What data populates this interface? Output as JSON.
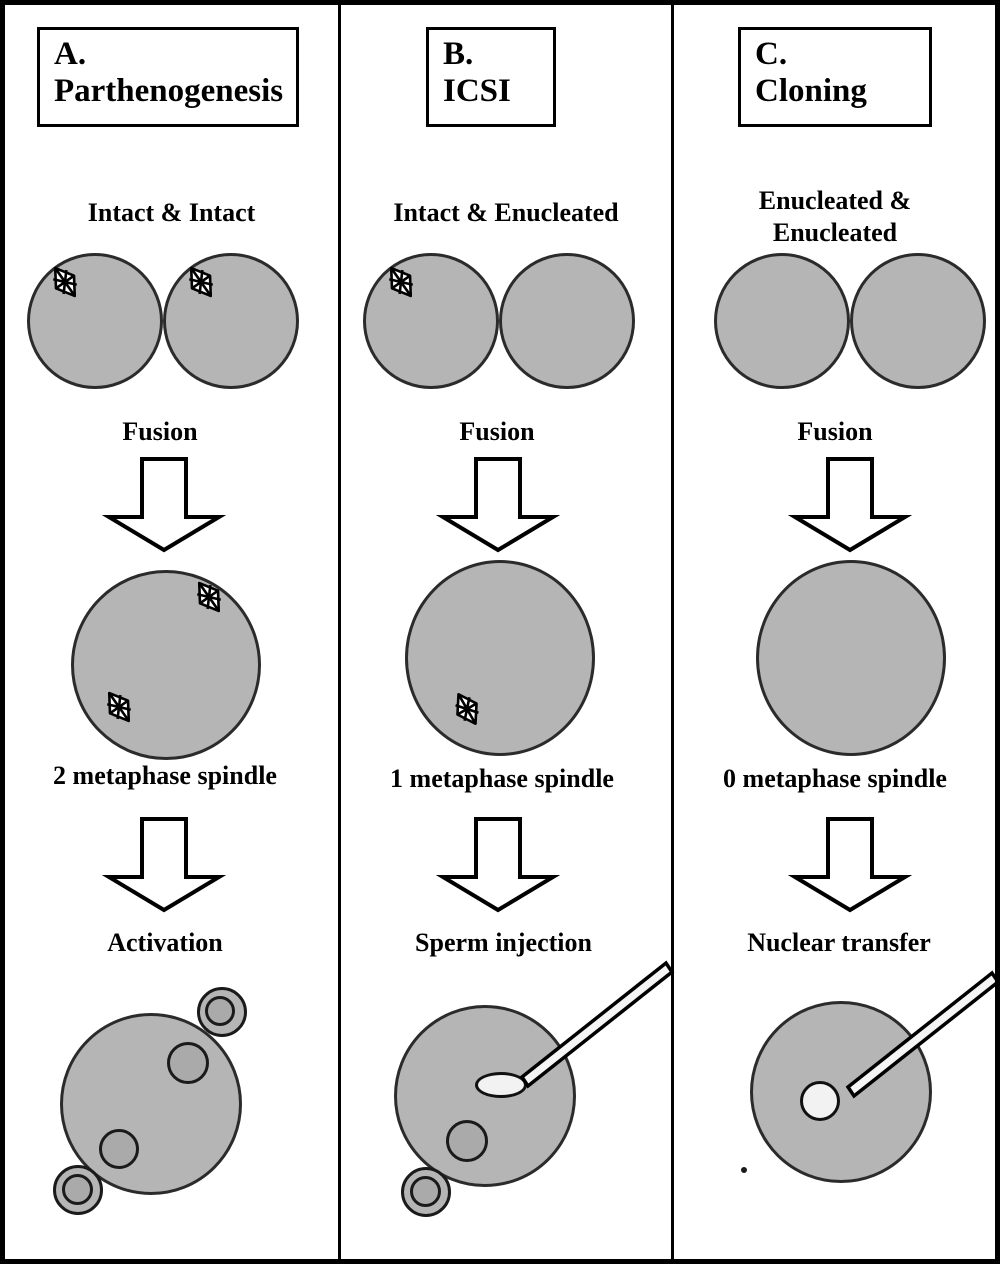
{
  "figure": {
    "kind": "three-panel embryo micromanipulation diagram",
    "background": "#ffffff",
    "cell_color": "#b5b5b5",
    "pronucleus_color": "#aaaaaa",
    "nucleus_color": "#f2f2f2",
    "outline_color": "#1a1a1a"
  },
  "panels": [
    {
      "id": "A",
      "title_letter": "A.",
      "title_name": "Parthenogenesis",
      "oocyte_pair_label": "Intact & Intact",
      "fusion_label": "Fusion",
      "spindle_count_label": "2 metaphase spindle",
      "final_step_label": "Activation",
      "top_cells": [
        {
          "spindle": true
        },
        {
          "spindle": true
        }
      ],
      "fused_cell": {
        "spindles": 2
      },
      "final_cell": {
        "pronuclei": 2,
        "polar_bodies": 2,
        "pipette": false
      }
    },
    {
      "id": "B",
      "title_letter": "B.",
      "title_name": "ICSI",
      "oocyte_pair_label": "Intact & Enucleated",
      "fusion_label": "Fusion",
      "spindle_count_label": "1 metaphase spindle",
      "final_step_label": "Sperm injection",
      "top_cells": [
        {
          "spindle": true
        },
        {
          "spindle": false
        }
      ],
      "fused_cell": {
        "spindles": 1
      },
      "final_cell": {
        "pronuclei": 1,
        "polar_bodies": 1,
        "pipette": true,
        "injected": "sperm-ellipse"
      }
    },
    {
      "id": "C",
      "title_letter": "C.",
      "title_name": "Cloning",
      "oocyte_pair_label": "Enucleated &\nEnucleated",
      "fusion_label": "Fusion",
      "spindle_count_label": "0 metaphase spindle",
      "final_step_label": "Nuclear transfer",
      "top_cells": [
        {
          "spindle": false
        },
        {
          "spindle": false
        }
      ],
      "fused_cell": {
        "spindles": 0
      },
      "final_cell": {
        "pronuclei": 0,
        "polar_bodies": 0,
        "pipette": true,
        "injected": "donor-nucleus"
      }
    }
  ],
  "icons": {
    "spindle": "metaphase-spindle-icon",
    "fusion_arrow": "down-block-arrow-icon",
    "step_arrow": "down-block-arrow-icon",
    "pipette": "micropipette-icon"
  }
}
